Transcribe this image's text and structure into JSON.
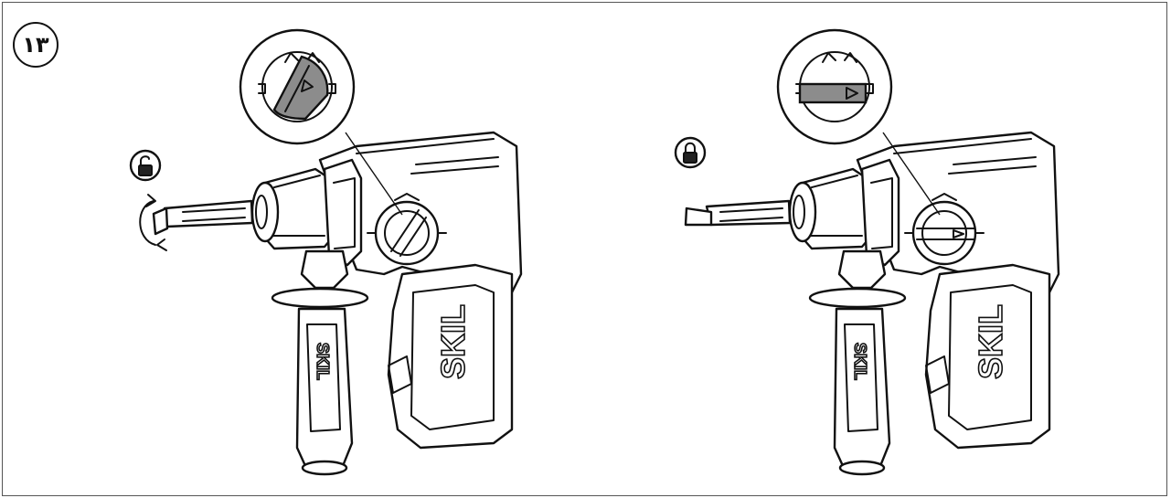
{
  "figure": {
    "number": "۱۳"
  },
  "brand": {
    "name": "SKIL"
  },
  "panels": [
    {
      "id": "left",
      "lock_state": "unlocked",
      "icon": "unlock-icon",
      "bit": "rotating bit",
      "dial_mode": "diagonal"
    },
    {
      "id": "right",
      "lock_state": "locked",
      "icon": "lock-icon",
      "bit": "chisel bit",
      "dial_mode": "horizontal"
    }
  ],
  "colors": {
    "line": "#111111",
    "dial_fill": "#8c8c8c",
    "frame": "#555555"
  }
}
